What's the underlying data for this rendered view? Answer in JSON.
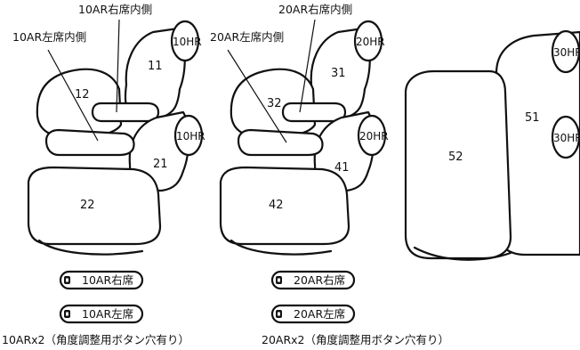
{
  "left_set": {
    "callout_top": "10AR右席内側",
    "callout_side": "10AR左席内側",
    "parts": {
      "seat_back_upper": "11",
      "armrest": "12",
      "seat_back_lower": "21",
      "cushion": "22"
    },
    "headrests": [
      "10HR",
      "10HR"
    ],
    "buttons": [
      "10AR右席",
      "10AR左席"
    ],
    "caption": "10ARx2（角度調整用ボタン穴有り）"
  },
  "middle_set": {
    "callout_top": "20AR右席内側",
    "callout_side": "20AR左席内側",
    "parts": {
      "seat_back_upper": "31",
      "armrest": "32",
      "seat_back_lower": "41",
      "cushion": "42"
    },
    "headrests": [
      "20HR",
      "20HR"
    ],
    "buttons": [
      "20AR右席",
      "20AR左席"
    ],
    "caption": "20ARx2（角度調整用ボタン穴有り）"
  },
  "right_set": {
    "parts": {
      "back": "51",
      "cushion": "52"
    },
    "headrests": [
      "30HR",
      "30HR"
    ]
  }
}
